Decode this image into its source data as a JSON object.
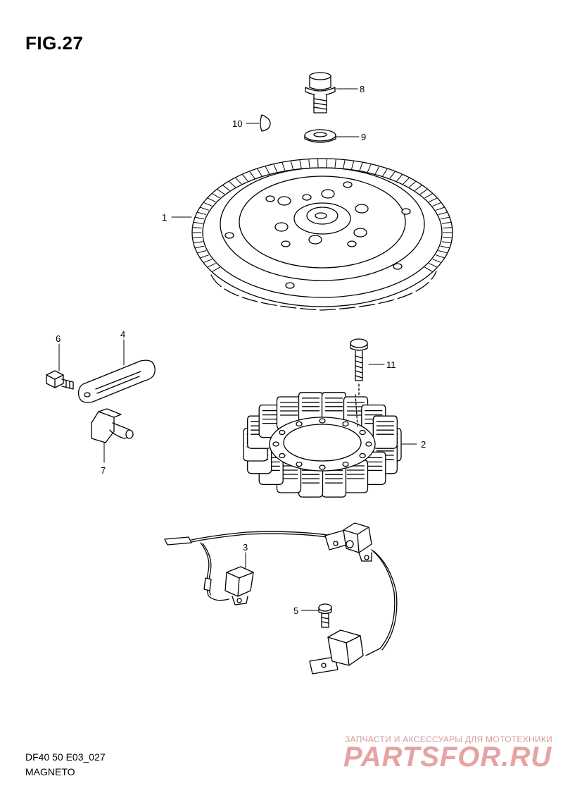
{
  "figure": {
    "title": "FIG.27"
  },
  "callouts": [
    "1",
    "2",
    "3",
    "4",
    "5",
    "6",
    "7",
    "8",
    "9",
    "10",
    "11"
  ],
  "footer": {
    "code": "DF40 50 E03_027",
    "name": "MAGNETO"
  },
  "watermark": {
    "tagline": "ЗАПЧАСТИ И АКСЕССУАРЫ ДЛЯ МОТОТЕХНИКИ",
    "logo": "PARTSFOR.RU"
  }
}
